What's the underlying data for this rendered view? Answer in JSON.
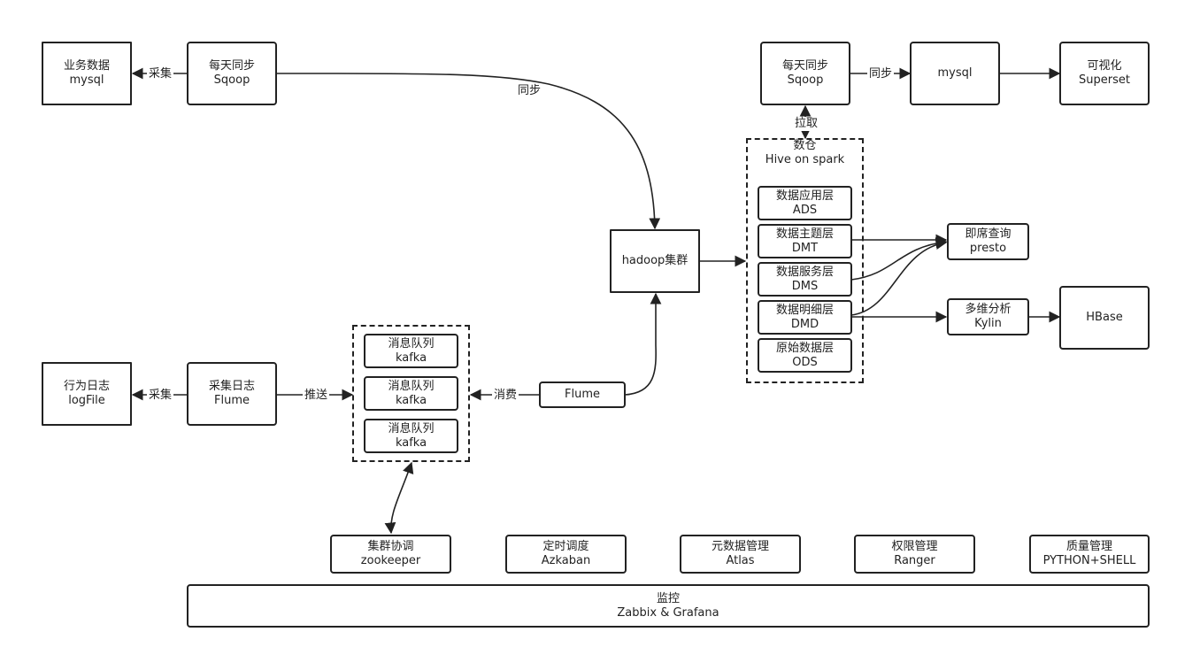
{
  "left_top": {
    "biz_data": {
      "line1": "业务数据",
      "line2": "mysql"
    },
    "sqoop_sync": {
      "line1": "每天同步",
      "line2": "Sqoop"
    },
    "collect_label": "采集",
    "sync_label": "同步"
  },
  "left_bottom": {
    "behavior_log": {
      "line1": "行为日志",
      "line2": "logFile"
    },
    "flume_collect": {
      "line1": "采集日志",
      "line2": "Flume"
    },
    "collect_label": "采集",
    "push_label": "推送"
  },
  "kafka_queues": [
    {
      "line1": "消息队列",
      "line2": "kafka"
    },
    {
      "line1": "消息队列",
      "line2": "kafka"
    },
    {
      "line1": "消息队列",
      "line2": "kafka"
    }
  ],
  "flume_consumer": {
    "name": "Flume",
    "consume_label": "消费"
  },
  "hadoop": {
    "name": "hadoop集群"
  },
  "warehouse": {
    "title_line1": "数仓",
    "title_line2": "Hive on spark",
    "pull_label": "拉取",
    "layers": [
      {
        "line1": "数据应用层",
        "line2": "ADS"
      },
      {
        "line1": "数据主题层",
        "line2": "DMT"
      },
      {
        "line1": "数据服务层",
        "line2": "DMS"
      },
      {
        "line1": "数据明细层",
        "line2": "DMD"
      },
      {
        "line1": "原始数据层",
        "line2": "ODS"
      }
    ]
  },
  "right_top": {
    "sqoop_export": {
      "line1": "每天同步",
      "line2": "Sqoop"
    },
    "sync_label": "同步",
    "mysql": {
      "name": "mysql"
    },
    "visual": {
      "line1": "可视化",
      "line2": "Superset"
    }
  },
  "query": {
    "presto": {
      "line1": "即席查询",
      "line2": "presto"
    },
    "kylin": {
      "line1": "多维分析",
      "line2": "Kylin"
    },
    "hbase": {
      "name": "HBase"
    }
  },
  "services": [
    {
      "line1": "集群协调",
      "line2": "zookeeper"
    },
    {
      "line1": "定时调度",
      "line2": "Azkaban"
    },
    {
      "line1": "元数据管理",
      "line2": "Atlas"
    },
    {
      "line1": "权限管理",
      "line2": "Ranger"
    },
    {
      "line1": "质量管理",
      "line2": "PYTHON+SHELL"
    }
  ],
  "monitor": {
    "line1": "监控",
    "line2": "Zabbix & Grafana"
  },
  "colors": {
    "line": "#222222",
    "background": "#ffffff"
  }
}
